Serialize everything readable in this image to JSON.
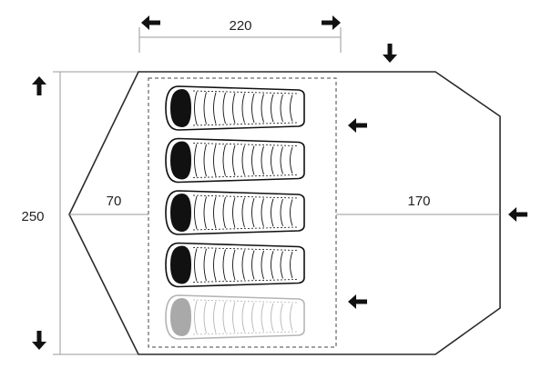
{
  "dimensions": {
    "inner_length": "220",
    "height": "250",
    "left_depth": "70",
    "right_depth": "170"
  },
  "sleeping_bags": {
    "count_dark": 4,
    "count_faded": 1
  },
  "arrows": [
    {
      "icon": "arrow-left-icon",
      "role": "inner-length-start"
    },
    {
      "icon": "arrow-right-icon",
      "role": "inner-length-end"
    },
    {
      "icon": "arrow-down-icon",
      "role": "top-entrance"
    },
    {
      "icon": "arrow-up-icon",
      "role": "height-start"
    },
    {
      "icon": "arrow-down-icon",
      "role": "height-end"
    },
    {
      "icon": "arrow-left-icon",
      "role": "door-upper"
    },
    {
      "icon": "arrow-left-icon",
      "role": "door-right"
    },
    {
      "icon": "arrow-left-icon",
      "role": "door-lower"
    }
  ],
  "colors": {
    "outline": "#2a2a2a",
    "dim_line": "#9a9a9a",
    "bag_dark": "#111111",
    "bag_faded": "#b5b5b5"
  }
}
